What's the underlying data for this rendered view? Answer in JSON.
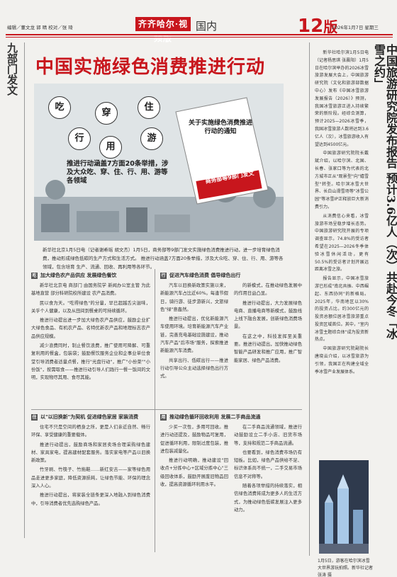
{
  "header": {
    "staff_line": "编辑／董文龙  郭  晴  校对／张  琦",
    "masthead": "齐齐哈尔·视频版",
    "section": "国内",
    "page_number": "12",
    "page_unit": "版",
    "date_line": "2026年1月7日  星期三",
    "accent_color": "#c8161d"
  },
  "left_kicker": "九部门发文",
  "main_title": "中国实施绿色消费推进行动",
  "illustration": {
    "bubbles": [
      "吃",
      "穿",
      "住",
      "行",
      "用",
      "游"
    ],
    "banner_left": "推进行动涵盖7方面20条举措，涉及大众吃、穿、住、行、用、游等各领域",
    "doc_text": "关于实施绿色消费推进行动的通知",
    "red_box": "商务部等9部门发文"
  },
  "caption": "新华社北京1月5日电（记者谢希瑶 胡文杰）1月5日，商务部等9部门发文实施绿色消费推进行动，进一步培育绿色消费，推动形成绿色低碳的生产方式和生活方式。 推进行动涵盖7方面20条举措，涉及大众吃、穿、住、行、用、游等各领域，包含培育 生产、流通、回收、再利用等各环节。",
  "col1": {
    "head": "加大绿色农产品供应 发展绿色餐饮",
    "paras": [
      "新华社北京电 商部门 由国务院学 新闻办公室主管 为此基地直营 部分科研院校所建设 农产品消费。",
      "民以食为天。\"吃得绿色\"的分量，早已超越舌尖滋味，关乎个人健康，以及从田间到餐桌的可持续循环。",
      "推进行动提出进一步加大绿色农产品供应，鼓励企业扩大绿色食品、有机农产品、名特优新农产品和地理标志农产品供应规模。",
      "减少浪费同时，制止餐饮浪费，推广使用可降解、可重复利用的餐盒，包装袋；鼓励餐饮服务企业和企事业单位食堂引导消费者适量点餐，推行\"光盘行动\"，推广\"小份菜\"\"小份饭\"，按需取食——推进行动引导人们践行一餐一饭间的文明，实现物尽其用、食尽其能。"
    ]
  },
  "col1b": {
    "head": "以\"以旧换新\"为契机 促进绿色家居 家装消费",
    "paras": [
      "住宅不只是空间的栖身之所，更是人们亲近自然、畅行环保、享受健康的重要载体。",
      "推进行动提出，鼓励商场和家居卖场合理采购绿色建材、家具家电，提高建材配套服务。落实家电等产品以旧换新政策。",
      "竹牙刷、竹筷子、竹拖鞋……新红安吉——家等绿色用品走进更多家庭，降低资源损耗，让绿色节能、环保的理念深入人心。",
      "推进行动提出，将家装全链条更深入地融入到绿色消费中，引导消费者优先选购绿色产品。"
    ]
  },
  "col2": {
    "head": "促进汽车绿色消费 倡导绿色出行",
    "paras": [
      "汽车以旧换新政策实施以来，新能源汽车占比近60%。每逢节假日，骑行游、徒步游新兴，文旅绿色\"绿\"意盎然。",
      "推进行动提出，优化新能源汽车使用环境。培育新能源汽车产业链，完善充电基础设施建设，推动汽车产品\"后市场\"服务，探索推进新能源汽车消费。",
      "共享出行、低碳出行——推进行动引导公众主动选择绿色出行方式。"
    ]
  },
  "col2b": {
    "head": "推动绿色循环回收利用 发展二手商品流通",
    "paras": [
      "少买一次性，多用可回收。推进行动还提及，鼓励物品可复用，促进循环利用，限制过度包装，推进包装减量化。",
      "推进行动明确，推动建设\"回收点+分拣中心+区域分拣中心\"三级回收体系，鼓励开展废旧物品回收，提高资源循环利用水平。"
    ]
  },
  "col3": {
    "paras": [
      "的新模式，在推动绿色发展中的作用日益凸显。",
      "推进行动提出，大力发展绿色电商、直播电商等新模式，鼓励线上线下融合发展，创新绿色消费场景。",
      "在这之中，科技发挥至关重要。推进行动提出，加快推动绿色智能产品研发和推广应用，推广智能家居、绿色产品消费。"
    ]
  },
  "col3b": {
    "paras": [
      "在二手商品流通领域，推进行动鼓励设立二手小店、旧货市场等，支持和规范二手商品流通。",
      "也要看到，绿色消费市场仍有短板。比如，绿色产品供给不足、标识体系尚不统一，二手交易市场信息不对称等。",
      "随着各项举措的持续落实，相信绿色消费将成为更多人的生活方式，为推动绿色低碳发展注入更多动力。"
    ]
  },
  "right_title": "中国旅游研究院发布报告 预计3.6亿人（次）共赴今冬「冰雪之约」",
  "right_col": {
    "paras": [
      "新华社哈尔滨1月5日电（记者杨思琪 张晨阳）1月5日在哈尔滨举办的2026冰雪旅游发展大会上，中国旅游研究院（文化和旅游部数据中心）发布《中国冰雪旅游发展报告（2026）》预测，我国冰雪旅游正进入持续繁荣的新阶段。经综合测算，预计2025—2026冰雪季，我国冰雪旅游人数将达到3.6亿人（次），冰雪旅游收入有望达到4500亿元。",
      "中国旅游研究院院长戴斌介绍，以哈尔滨、北国、长春、张家口等为代表的北方城市正从\"观景型\"向\"嬉雪型\"转型。哈尔滨冰雪大世界、长白山滑雪场等\"冰雪公园\"等冰雪IP正释放巨大新消费引力。",
      "从消费信心来看，冰雪旅游市场呈稳步增长态势。中国旅游研究院开展的专项调查显示，74.8%的受访者希望在2025—2026冬季体验冰雪休闲活动，更有50.5%的受访者计划开展远距离冰雪之旅。",
      "报告显示，中国冰雪旅游已形成\"南北共振、中西崛起、东西协同\"的新格局。2025年，华南地区以30%的投资占比，约300亿元的投资总额位居冰雪旅游重点投资区域首位。其中，\"室内冰雪主题综合体\"成为投资新热点。",
      "中国旅游研究院副院长唐晓云介绍，以冰雪旅游为引领，我国正在构建全域全季冰雪产业发展体系。"
    ]
  },
  "photo_caption": "1月5日，游客在哈尔滨冰雪大世界游玩拍照。新华社记者 张涛 摄"
}
